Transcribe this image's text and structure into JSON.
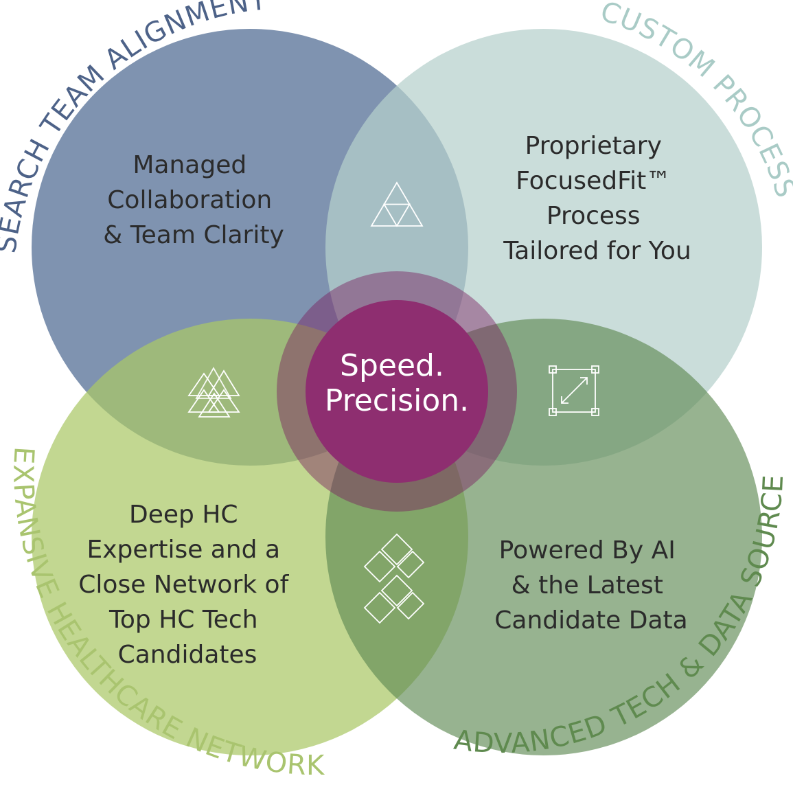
{
  "arc_labels": {
    "top_left": "SEARCH TEAM ALIGNMENT",
    "top_right": "CUSTOM PROCESS",
    "bottom_left": "EXPANSIVE HEALTHCARE NETWORK",
    "bottom_right": "ADVANCED TECH & DATA SOURCES"
  },
  "quadrants": {
    "top_left": [
      "Managed",
      "Collaboration",
      "& Team Clarity"
    ],
    "top_right": [
      "Proprietary",
      "FocusedFit™",
      "Process",
      "Tailored for You"
    ],
    "bottom_left": [
      "Deep HC",
      "Expertise and a",
      "Close Network of",
      "Top HC Tech",
      "Candidates"
    ],
    "bottom_right": [
      "Powered By AI",
      "& the Latest",
      "Candidate Data"
    ]
  },
  "center": [
    "Speed.",
    "Precision."
  ],
  "colors": {
    "top_left_circle": "#4d6a91",
    "top_right_circle": "#b6d0cc",
    "bottom_left_circle": "#aac866",
    "bottom_right_circle": "#5f8a55",
    "center": "#8e2e70",
    "arc_top_left": "#4d6288",
    "arc_top_right": "#a9cbc6",
    "arc_bottom_left": "#a9c46f",
    "arc_bottom_right": "#5f8a4f"
  },
  "icons": {
    "top": "triangle-grid-icon",
    "left": "overlapping-triangles-icon",
    "right": "resize-frame-icon",
    "bottom": "stacked-diamonds-icon"
  }
}
